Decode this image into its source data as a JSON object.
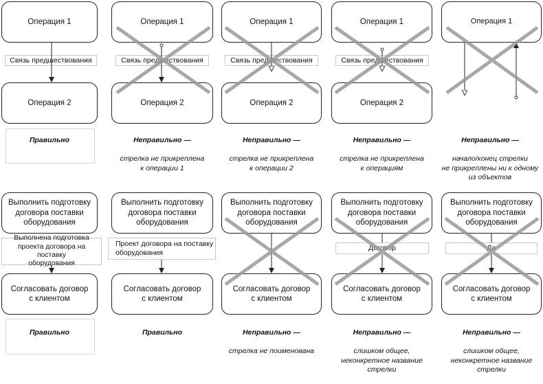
{
  "row1": {
    "op1": "Операция 1",
    "op2": "Операция 2",
    "link": "Связь предшествования",
    "captions": [
      {
        "verdict": "Правильно",
        "reason": ""
      },
      {
        "verdict": "Неправильно —",
        "reason": "стрелка не прикреплена\nк операции 1"
      },
      {
        "verdict": "Неправильно —",
        "reason": "стрелка не прикреплена\nк операции 2"
      },
      {
        "verdict": "Неправильно —",
        "reason": "стрелка не прикреплена\nк операциям"
      },
      {
        "verdict": "Неправильно —",
        "reason": "начало/конец стрелки\nне прикреплены ни к одному\nиз объектов"
      }
    ]
  },
  "row2": {
    "top": "Выполнить подготовку\nдоговора поставки\nоборудования",
    "bottom": "Согласовать договор\nс клиентом",
    "labels": {
      "c1": "Выполнена подготовка\nпроекта договора на поставку\nоборудования",
      "c2": "Проект договора на поставку\nоборудования",
      "c4": "Договор",
      "c5": "Да"
    },
    "captions": [
      {
        "verdict": "Правильно",
        "reason": ""
      },
      {
        "verdict": "Правильно",
        "reason": ""
      },
      {
        "verdict": "Неправильно —",
        "reason": "стрелка не поименована"
      },
      {
        "verdict": "Неправильно —",
        "reason": "слишком общее,\nнеконкретное название\nстрелки"
      },
      {
        "verdict": "Неправильно —",
        "reason": "слишком общее,\nнеконкретное название\nстрелки"
      }
    ]
  },
  "colors": {
    "line": "#222222",
    "cross": "#9a9a9a",
    "label_border": "#c8c8c8"
  }
}
